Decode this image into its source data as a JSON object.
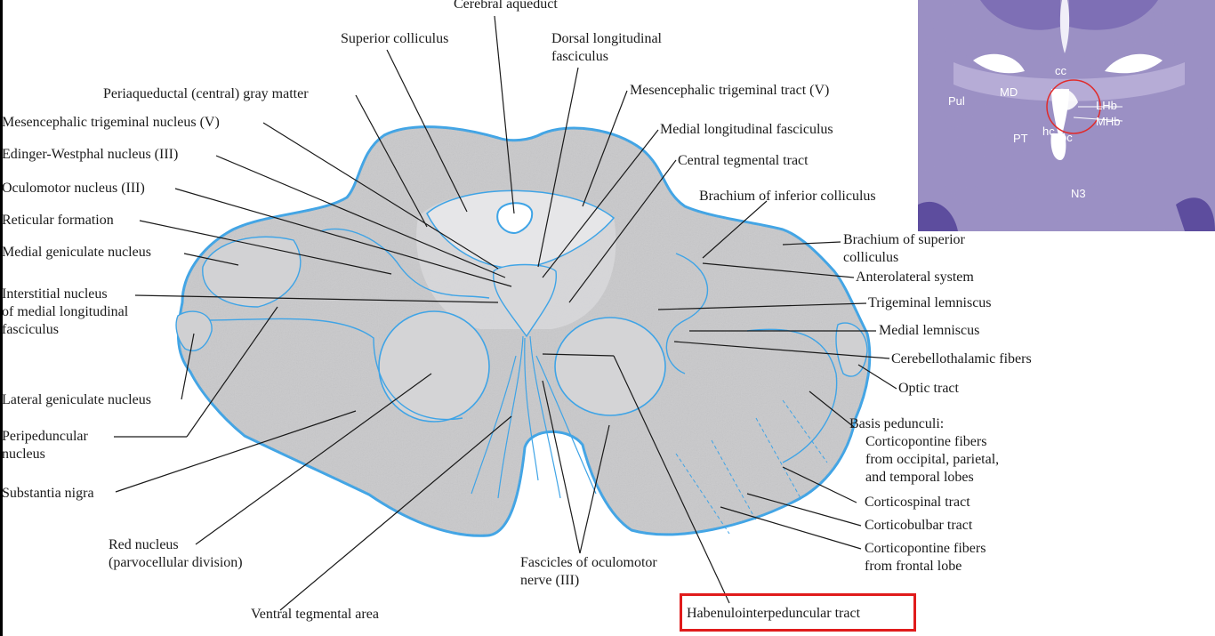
{
  "labels": {
    "cerebral_aqueduct": "Cerebral aqueduct",
    "superior_colliculus": "Superior colliculus",
    "dorsal_longitudinal_fasciculus": [
      "Dorsal longitudinal",
      "fasciculus"
    ],
    "periaqueductal_gray": "Periaqueductal (central) gray matter",
    "mesencephalic_trigeminal_tract": "Mesencephalic trigeminal tract (V)",
    "mesencephalic_trigeminal_nucleus": "Mesencephalic trigeminal nucleus (V)",
    "medial_longitudinal_fasciculus": "Medial longitudinal fasciculus",
    "edinger_westphal_nucleus": "Edinger-Westphal nucleus (III)",
    "central_tegmental_tract": "Central tegmental tract",
    "oculomotor_nucleus": "Oculomotor nucleus (III)",
    "brachium_inferior_colliculus": "Brachium of inferior colliculus",
    "reticular_formation": "Reticular formation",
    "brachium_superior_colliculus": [
      "Brachium of superior",
      "colliculus"
    ],
    "medial_geniculate_nucleus": "Medial geniculate nucleus",
    "anterolateral_system": "Anterolateral system",
    "interstitial_nucleus": [
      "Interstitial nucleus",
      "of medial longitudinal",
      "fasciculus"
    ],
    "trigeminal_lemniscus": "Trigeminal lemniscus",
    "medial_lemniscus": "Medial lemniscus",
    "cerebellothalamic_fibers": "Cerebellothalamic fibers",
    "optic_tract": "Optic tract",
    "lateral_geniculate_nucleus": "Lateral geniculate nucleus",
    "basis_pedunculi": [
      "Basis pedunculi:",
      "Corticopontine fibers",
      "from occipital, parietal,",
      "and temporal lobes"
    ],
    "peripeduncular_nucleus": [
      "Peripeduncular",
      "nucleus"
    ],
    "corticospinal_tract": "Corticospinal tract",
    "substantia_nigra": "Substantia nigra",
    "corticobulbar_tract": "Corticobulbar tract",
    "corticopontine_frontal": [
      "Corticopontine fibers",
      "from frontal lobe"
    ],
    "red_nucleus": [
      "Red nucleus",
      "(parvocellular division)"
    ],
    "fascicles_oculomotor": [
      "Fascicles of oculomotor",
      "nerve (III)"
    ],
    "ventral_tegmental_area": "Ventral tegmental area",
    "habenulointerpeduncular_tract": "Habenulointerpeduncular tract"
  },
  "inset_labels": {
    "cc": "cc",
    "md": "MD",
    "pul": "Pul",
    "lhb": "LHb",
    "mhb": "MHb",
    "pt": "PT",
    "hc": "hc",
    "pc": "pc",
    "n3": "N3"
  },
  "colors": {
    "outline": "#3fa4e6",
    "tissue": "#c9c9cb",
    "inset_stain": "#9a8fc4",
    "highlight": "#e01b1b"
  }
}
